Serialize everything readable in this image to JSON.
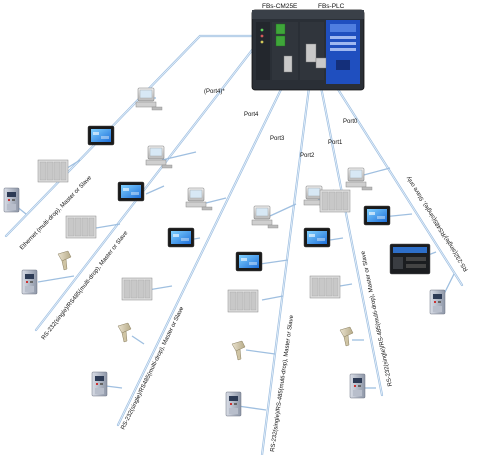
{
  "header": {
    "module_label": "FBs-CM25E",
    "plc_label": "FBs-PLC"
  },
  "ports": {
    "port4_star": "(Port4)*",
    "port4": "Port4",
    "port3": "Port3",
    "port2": "Port2",
    "port1": "Port1",
    "port0": "Port0"
  },
  "cables": {
    "ethernet": "Ethernet (multi-drop), Master or Slave",
    "port4_rs": "RS-232(single)/RS485(multi-drop), Master or Slave",
    "port3_rs": "RS-232(single)/RS485(multi-drop), Master or Slave",
    "port2_rs": "RS-232(single)/RS-485(multi-drop), Master or Slave",
    "port1_rs": "RS-232(single)/RS-485(multi-drop), Master or Slave",
    "port0_rs": "RS-232(single)/RS485(single), Slave only"
  },
  "colors": {
    "cable": "#9fbfe0",
    "plc_body": "#2a2f36",
    "terminal_green": "#3fa63a",
    "panel_blue": "#1f4fbf"
  }
}
